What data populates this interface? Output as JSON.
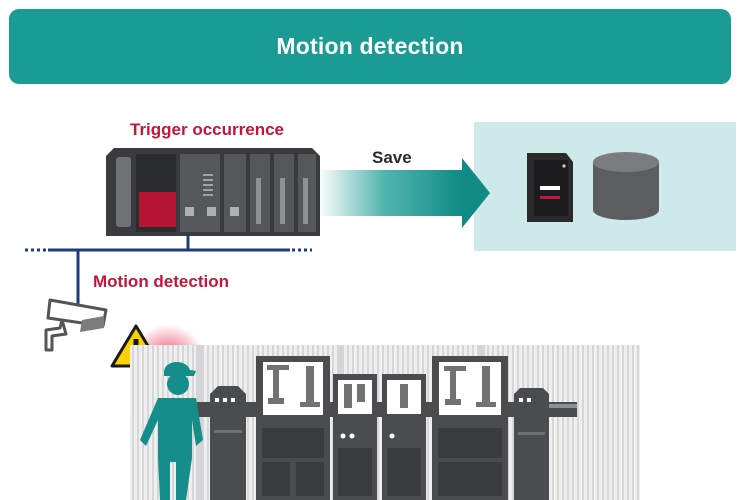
{
  "banner": {
    "title": "Motion detection"
  },
  "labels": {
    "trigger": "Trigger occurrence",
    "save": "Save",
    "motion": "Motion detection"
  },
  "colors": {
    "teal": "#1a9b94",
    "storage_panel": "#cde9ea",
    "alert_red": "#c4153c",
    "network_blue": "#1f3d7a",
    "machine_dark": "#4a4c50",
    "machine_mid": "#707276",
    "worker": "#158d8a",
    "warning_yellow": "#f8d300"
  },
  "icons": [
    "plc-controller-icon",
    "save-arrow-icon",
    "sd-card-icon",
    "database-icon",
    "security-camera-icon",
    "warning-icon",
    "worker-icon",
    "production-line-icon"
  ]
}
